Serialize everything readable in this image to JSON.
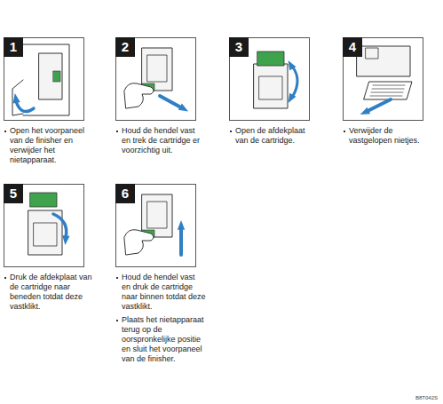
{
  "diagram": {
    "nodes": [
      {
        "text": [
          "1",
          "Open het voorpaneel van de finisher en verwijder het nietapparaat."
        ]
      },
      {
        "text": [
          "2",
          "Houd de hendel vast en trek de cartridge er voorzichtig uit."
        ]
      },
      {
        "text": [
          "3",
          "Open de afdekplaat van de cartridge."
        ]
      },
      {
        "text": [
          "4",
          "Verwijder de vastgelopen nietjes."
        ]
      },
      {
        "text": [
          "5",
          "Druk de afdekplaat van de cartridge naar beneden totdat deze vastklikt."
        ]
      },
      {
        "text": [
          "6",
          "Houd de hendel vast en druk de cartridge naar binnen totdat deze vastklikt.",
          "Plaats het nietapparaat terug op de oorspronkelijke positie en sluit het voorpaneel van de finisher."
        ]
      }
    ],
    "edges": [],
    "labels": [
      "B8T042S"
    ]
  }
}
